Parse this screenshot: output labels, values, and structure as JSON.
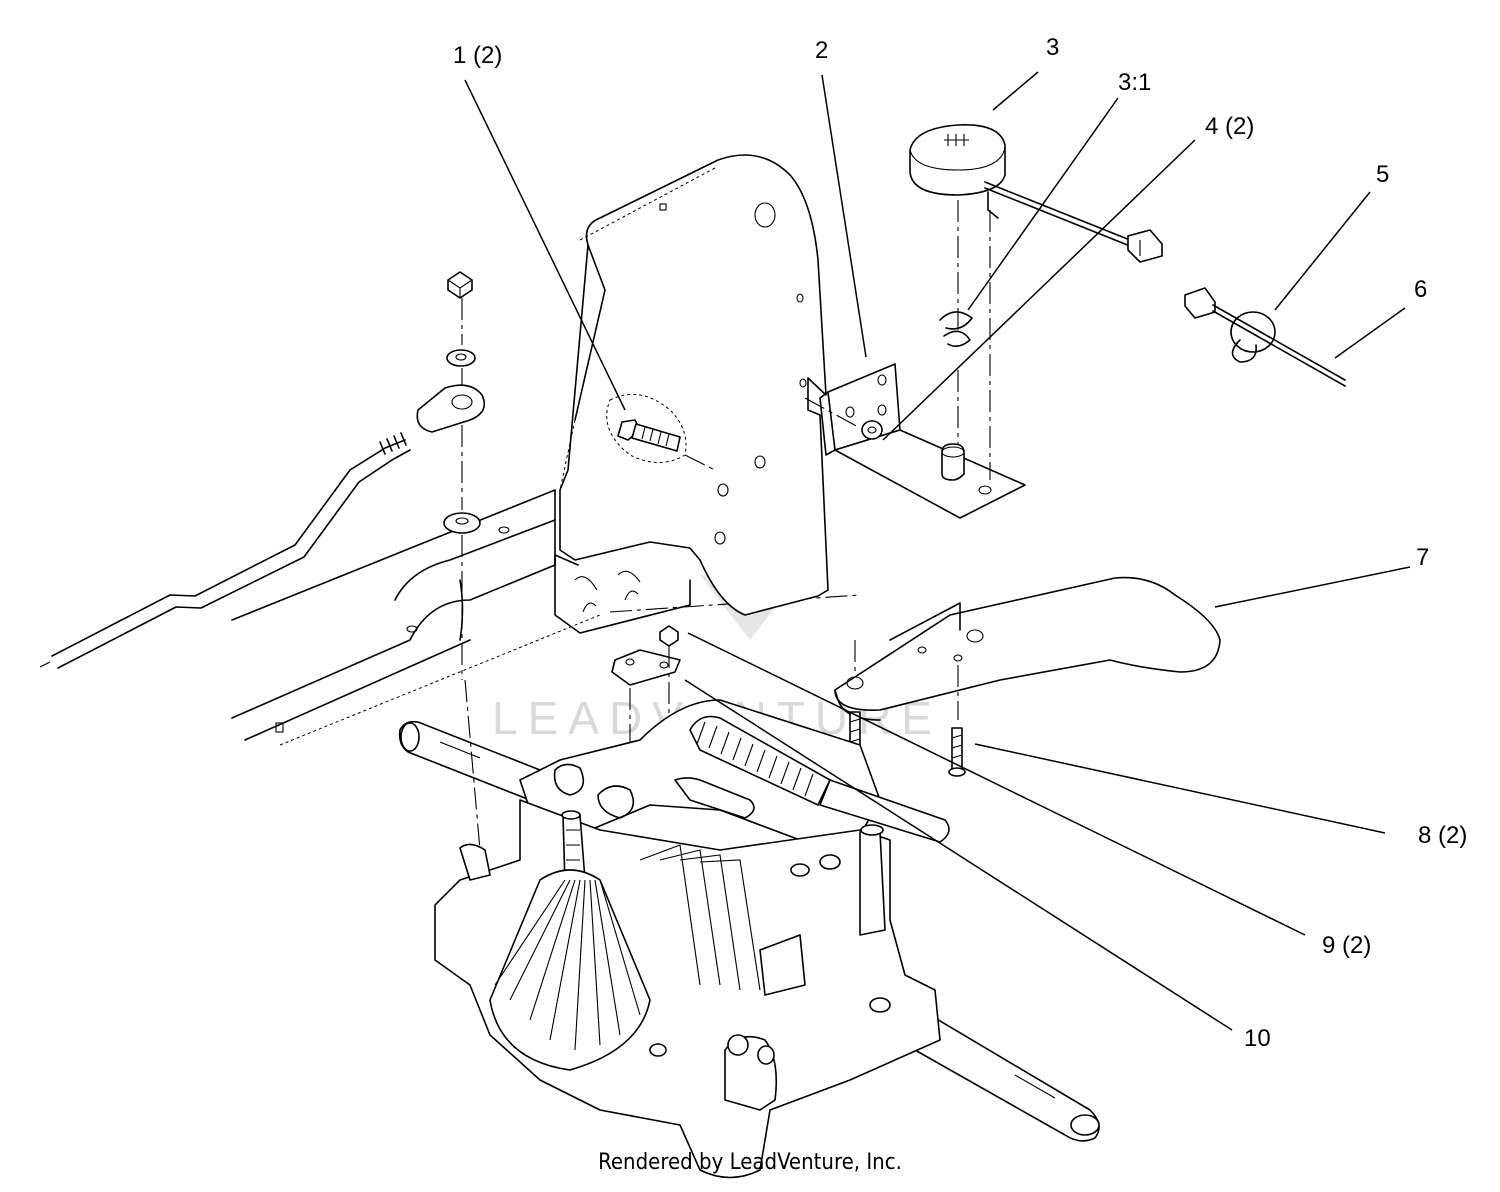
{
  "callouts": [
    {
      "id": "1",
      "label": "1 (2)"
    },
    {
      "id": "2",
      "label": "2"
    },
    {
      "id": "3",
      "label": "3"
    },
    {
      "id": "3_1",
      "label": "3:1"
    },
    {
      "id": "4",
      "label": "4 (2)"
    },
    {
      "id": "5",
      "label": "5"
    },
    {
      "id": "6",
      "label": "6"
    },
    {
      "id": "7",
      "label": "7"
    },
    {
      "id": "8",
      "label": "8 (2)"
    },
    {
      "id": "9",
      "label": "9 (2)"
    },
    {
      "id": "10",
      "label": "10"
    }
  ],
  "watermark": "LEADVENTURE",
  "footer": "Rendered by LeadVenture, Inc."
}
